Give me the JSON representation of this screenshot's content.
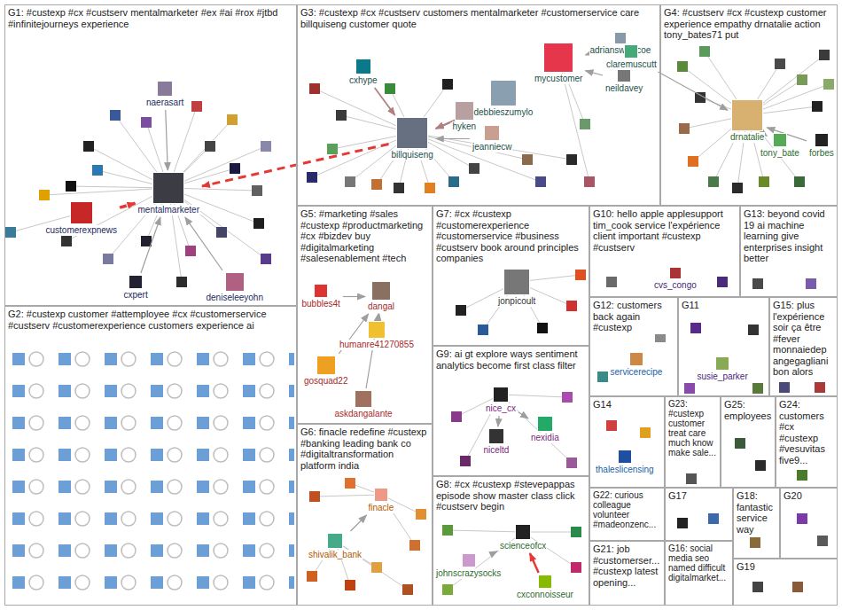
{
  "diagram": {
    "nodes": [
      {
        "text": [
          "G1: #custexp #cx #custserv mentalmarketer #ex #ai #rox #jtbd #infinitejourneys experience"
        ]
      },
      {
        "text": [
          "naerasart"
        ],
        "in": 0
      },
      {
        "text": [
          "mentalmarketer"
        ],
        "in": 0
      },
      {
        "text": [
          "customerexpnews"
        ],
        "in": 0
      },
      {
        "text": [
          "cxpert"
        ],
        "in": 0
      },
      {
        "text": [
          "deniseleeyohn"
        ],
        "in": 0
      },
      {
        "text": [
          "G3: #custexp #cx #custserv customers mentalmarketer #customerservice care billquiseng customer quote"
        ]
      },
      {
        "text": [
          "cxhype"
        ],
        "in": 6
      },
      {
        "text": [
          "billquiseng"
        ],
        "in": 6
      },
      {
        "text": [
          "hyken"
        ],
        "in": 6
      },
      {
        "text": [
          "debbieszumylo"
        ],
        "in": 6
      },
      {
        "text": [
          "jeanniecw"
        ],
        "in": 6
      },
      {
        "text": [
          "mycustomer"
        ],
        "in": 6
      },
      {
        "text": [
          "adrianswinscoe"
        ],
        "in": 6
      },
      {
        "text": [
          "neildavey"
        ],
        "in": 6
      },
      {
        "text": [
          "claremuscutt"
        ],
        "in": 6
      },
      {
        "text": [
          "G4: #custserv #cx #custexp customer experience empathy drnatalie action tony_bates71 put"
        ]
      },
      {
        "text": [
          "drnatalie"
        ],
        "in": 16
      },
      {
        "text": [
          "tony_bate"
        ],
        "in": 16
      },
      {
        "text": [
          "forbes"
        ],
        "in": 16
      },
      {
        "text": [
          "G2: #custexp customer #attemployee #cx #customerservice #custserv #customerexperience customers experience ai"
        ]
      },
      {
        "text": [
          "G5: #marketing #sales #custexp #productmarketing #cx #bizdev buy #digitalmarketing #salesenablement #tech"
        ]
      },
      {
        "text": [
          "bubbles4t"
        ],
        "in": 21
      },
      {
        "text": [
          "dangal"
        ],
        "in": 21
      },
      {
        "text": [
          "humanre41270855"
        ],
        "in": 21
      },
      {
        "text": [
          "gosquad22"
        ],
        "in": 21
      },
      {
        "text": [
          "askdangalante"
        ],
        "in": 21
      },
      {
        "text": [
          "G7: #cx #custexp #customerexperience #customerservice #business #custserv book around principles companies"
        ]
      },
      {
        "text": [
          "jonpicoult"
        ],
        "in": 27
      },
      {
        "text": [
          "G10: hello apple applesupport tim_cook service l'expérience client important #custexp #custserv"
        ]
      },
      {
        "text": [
          "cvs_congo"
        ],
        "in": 29
      },
      {
        "text": [
          "G13: beyond covid 19 ai machine learning give enterprises insight better"
        ]
      },
      {
        "text": [
          "G12: customers back again #custexp"
        ]
      },
      {
        "text": [
          "servicerecipe"
        ],
        "in": 32
      },
      {
        "text": [
          "G11"
        ]
      },
      {
        "text": [
          "susie_parker"
        ],
        "in": 34
      },
      {
        "text": [
          "G15: plus l'expérience soir ça être #fever monnaiedep angegagliani bon alors"
        ]
      },
      {
        "text": [
          "G9: ai gt explore ways sentiment analytics become first class filter"
        ]
      },
      {
        "text": [
          "nice_cx"
        ],
        "in": 37
      },
      {
        "text": [
          "niceltd"
        ],
        "in": 37
      },
      {
        "text": [
          "nexidia"
        ],
        "in": 37
      },
      {
        "text": [
          "G14"
        ]
      },
      {
        "text": [
          "thaleslicensing"
        ],
        "in": 41
      },
      {
        "text": [
          "G23: #custexp customer treat care much know make sale..."
        ]
      },
      {
        "text": [
          "G25: employees"
        ]
      },
      {
        "text": [
          "G24: customers #cx #custexp #vesuvitas five9..."
        ]
      },
      {
        "text": [
          "G6: finacle redefine #custexp #banking leading bank co #digitaltransformation platform india"
        ]
      },
      {
        "text": [
          "finacle"
        ],
        "in": 46
      },
      {
        "text": [
          "shivalik_bank"
        ],
        "in": 46
      },
      {
        "text": [
          "G8: #cx #custexp #stevepappas episode show master class click #custserv begin"
        ]
      },
      {
        "text": [
          "scienceofcx"
        ],
        "in": 49
      },
      {
        "text": [
          "johnscrazysocks"
        ],
        "in": 49
      },
      {
        "text": [
          "cxconnoisseur"
        ],
        "in": 49
      },
      {
        "text": [
          "G22: curious colleague volunteer #madeonzenc..."
        ]
      },
      {
        "text": [
          "G17"
        ]
      },
      {
        "text": [
          "G18: fantastic service way"
        ]
      },
      {
        "text": [
          "G20"
        ]
      },
      {
        "text": [
          "G21: job #customerser... #custexp latest opening..."
        ]
      },
      {
        "text": [
          "G16: social media seo named difficult digitalmarket..."
        ]
      },
      {
        "text": [
          "G19"
        ]
      }
    ],
    "edges": [
      {
        "from": 3,
        "to": 2,
        "arrow": "to"
      },
      {
        "from": 8,
        "to": 2,
        "arrow": "to"
      },
      {
        "from": 1,
        "to": 2,
        "arrow": "to"
      },
      {
        "from": 4,
        "to": 2,
        "arrow": "to"
      },
      {
        "from": 5,
        "to": 2,
        "arrow": "to"
      },
      {
        "from": 7,
        "to": 8,
        "arrow": "to"
      },
      {
        "from": 9,
        "to": 8,
        "arrow": "to"
      },
      {
        "from": 10,
        "to": 8,
        "arrow": "to"
      },
      {
        "from": 11,
        "to": 8,
        "arrow": "to"
      },
      {
        "from": 14,
        "to": 12,
        "arrow": "to"
      },
      {
        "from": 13,
        "to": 12,
        "arrow": "to"
      },
      {
        "from": 15,
        "to": 17,
        "arrow": "to"
      },
      {
        "from": 18,
        "to": 17,
        "arrow": "to"
      },
      {
        "from": 19,
        "to": 17,
        "arrow": "to"
      },
      {
        "from": 22,
        "to": 23,
        "arrow": "to"
      },
      {
        "from": 24,
        "to": 23,
        "arrow": "to"
      },
      {
        "from": 25,
        "to": 23,
        "arrow": "to"
      },
      {
        "from": 26,
        "to": 23,
        "arrow": "to"
      },
      {
        "from": 48,
        "to": 47,
        "arrow": "to"
      },
      {
        "from": 38,
        "to": 39,
        "arrow": "to"
      },
      {
        "from": 38,
        "to": 40,
        "arrow": "to"
      },
      {
        "from": 51,
        "to": 50,
        "arrow": "to"
      },
      {
        "from": 52,
        "to": 50,
        "arrow": "to"
      }
    ]
  }
}
